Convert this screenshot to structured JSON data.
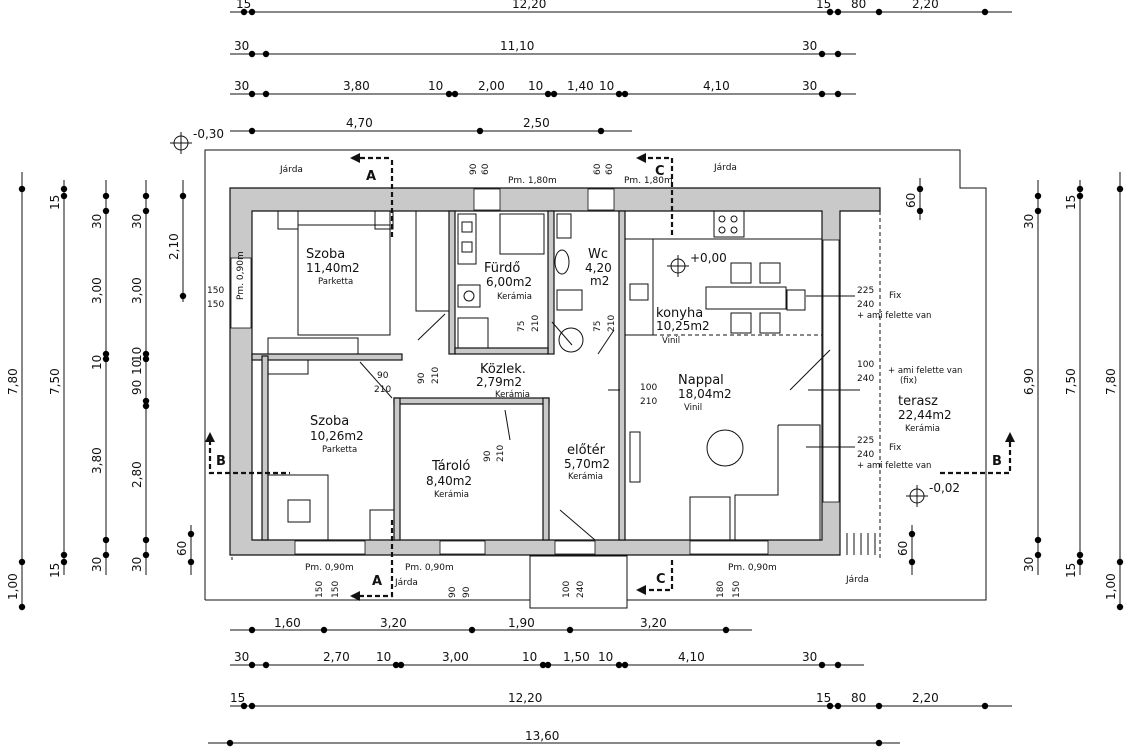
{
  "colors": {
    "line": "#111111",
    "wall_fill": "#c9c9c9",
    "background": "#ffffff"
  },
  "dimensions": {
    "top_row1": [
      "15",
      "12,20",
      "15",
      "80",
      "2,20"
    ],
    "top_row2": [
      "30",
      "11,10",
      "30"
    ],
    "top_row3": [
      "30",
      "3,80",
      "10",
      "2,00",
      "10",
      "1,40",
      "10",
      "4,10",
      "30"
    ],
    "top_row4": [
      "4,70",
      "2,50"
    ],
    "bottom_row1": [
      "1,60",
      "3,20",
      "1,90",
      "3,20"
    ],
    "bottom_row2": [
      "30",
      "2,70",
      "10",
      "3,00",
      "10",
      "1,50",
      "10",
      "4,10",
      "30"
    ],
    "bottom_row3": [
      "15",
      "12,20",
      "15",
      "80",
      "2,20"
    ],
    "bottom_row4": [
      "13,60"
    ],
    "left_col1": [
      "7,80",
      "1,00"
    ],
    "left_col2": [
      "15",
      "7,50",
      "15"
    ],
    "left_col3": [
      "30",
      "3,00",
      "10",
      "3,80",
      "30"
    ],
    "left_col4": [
      "30",
      "3,00",
      "10",
      "10",
      "90",
      "2,80",
      "30"
    ],
    "left_col5": [
      "2,10",
      "60"
    ],
    "right_col1": [
      "30",
      "6,90",
      "30"
    ],
    "right_col2": [
      "15",
      "7,50",
      "15"
    ],
    "right_col3": [
      "7,80",
      "1,00"
    ],
    "right_small": [
      "60",
      "60"
    ]
  },
  "levels": {
    "outside": "-0,30",
    "inside": "+0,00",
    "terrace": "-0,02"
  },
  "sections": {
    "a": "A",
    "b": "B",
    "c": "C"
  },
  "labels": {
    "jarda": "Járda",
    "pm180": "Pm. 1,80m",
    "pm090": "Pm. 0,90m",
    "fix": "Fix",
    "ami": "+ ami felette van",
    "ami_fix": "+ ami felette van (fix)",
    "fix_paren": "(fix)"
  },
  "openings": {
    "w90": "90",
    "w60": "60",
    "w150": "150",
    "w210": "210",
    "w75": "75",
    "w100": "100",
    "w225": "225",
    "w240": "240",
    "w180": "180"
  },
  "rooms": {
    "szoba1": {
      "name": "Szoba",
      "area": "11,40m2",
      "material": "Parketta"
    },
    "furdo": {
      "name": "Fürdő",
      "area": "6,00m2",
      "material": "Kerámia"
    },
    "wc": {
      "name": "Wc",
      "area": "4,20",
      "area2": "m2"
    },
    "konyha": {
      "name": "konyha",
      "area": "10,25m2",
      "material": "Vinil"
    },
    "kozlek": {
      "name": "Közlek.",
      "area": "2,79m2",
      "material": "Kerámia"
    },
    "nappal": {
      "name": "Nappal",
      "area": "18,04m2",
      "material": "Vinil"
    },
    "terasz": {
      "name": "terasz",
      "area": "22,44m2",
      "material": "Kerámia"
    },
    "szoba2": {
      "name": "Szoba",
      "area": "10,26m2",
      "material": "Parketta"
    },
    "tarolo": {
      "name": "Tároló",
      "area": "8,40m2",
      "material": "Kerámia"
    },
    "eloter": {
      "name": "előtér",
      "area": "5,70m2",
      "material": "Kerámia"
    }
  }
}
